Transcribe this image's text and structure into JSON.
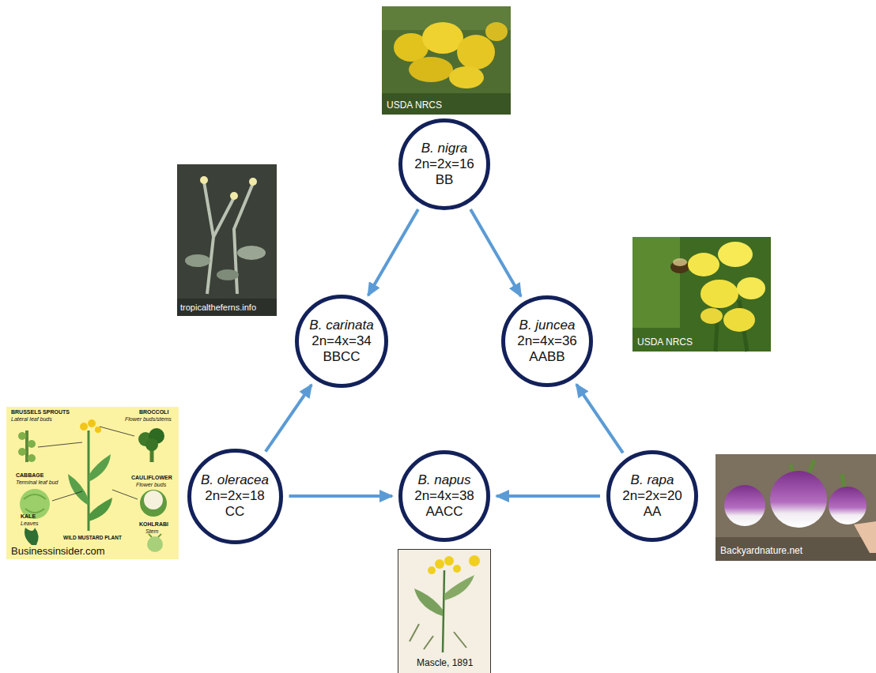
{
  "diagram": {
    "nodes": [
      {
        "text": [
          "B. nigra",
          "2n=2x=16",
          "BB"
        ]
      },
      {
        "text": [
          "B. carinata",
          "2n=4x=34",
          "BBCC"
        ]
      },
      {
        "text": [
          "B. juncea",
          "2n=4x=36",
          "AABB"
        ]
      },
      {
        "text": [
          "B. oleracea",
          "2n=2x=18",
          "CC"
        ]
      },
      {
        "text": [
          "B. napus",
          "2n=4x=38",
          "AACC"
        ]
      },
      {
        "text": [
          "B. rapa",
          "2n=2x=20",
          "AA"
        ]
      }
    ],
    "edges": [
      {
        "from": 0,
        "to": 1,
        "arrow": "to"
      },
      {
        "from": 0,
        "to": 2,
        "arrow": "to"
      },
      {
        "from": 3,
        "to": 1,
        "arrow": "to"
      },
      {
        "from": 5,
        "to": 2,
        "arrow": "to"
      },
      {
        "from": 3,
        "to": 4,
        "arrow": "to"
      },
      {
        "from": 5,
        "to": 4,
        "arrow": "to"
      }
    ],
    "labels": [
      "USDA NRCS",
      "tropicaltheferns.info",
      "USDA NRCS",
      "BRUSSELS SPROUTS",
      "Lateral leaf buds",
      "BROCCOLI",
      "Flower buds/stems",
      "CABBAGE",
      "Terminal leaf bud",
      "CAULIFLOWER",
      "Flower buds",
      "KALE",
      "Leaves",
      "KOHLRABI",
      "Stem",
      "WILD MUSTARD PLANT",
      "Businessinsider.com",
      "Backyardnature.net",
      "Mascle, 1891"
    ]
  }
}
